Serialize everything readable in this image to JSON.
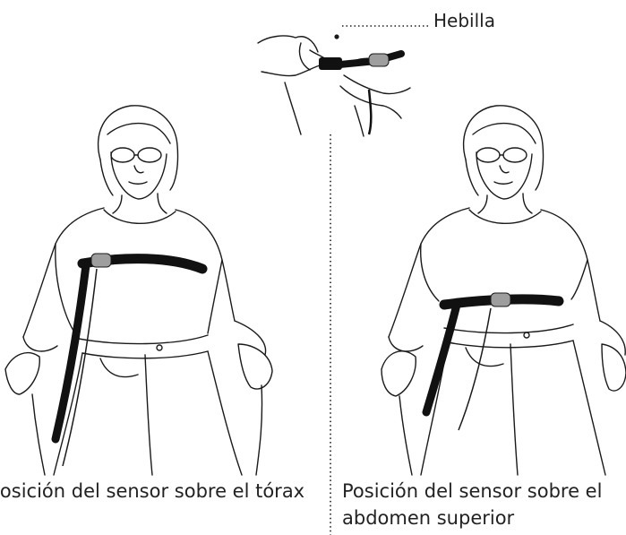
{
  "callout": {
    "label": "Hebilla"
  },
  "captions": {
    "left": "Posición del sensor sobre el tórax",
    "right_line1": "Posición del sensor sobre el",
    "right_line2": "abdomen superior"
  },
  "colors": {
    "ink": "#1a1a1a",
    "strap": "#111111",
    "sensor": "#9e9e9e"
  }
}
